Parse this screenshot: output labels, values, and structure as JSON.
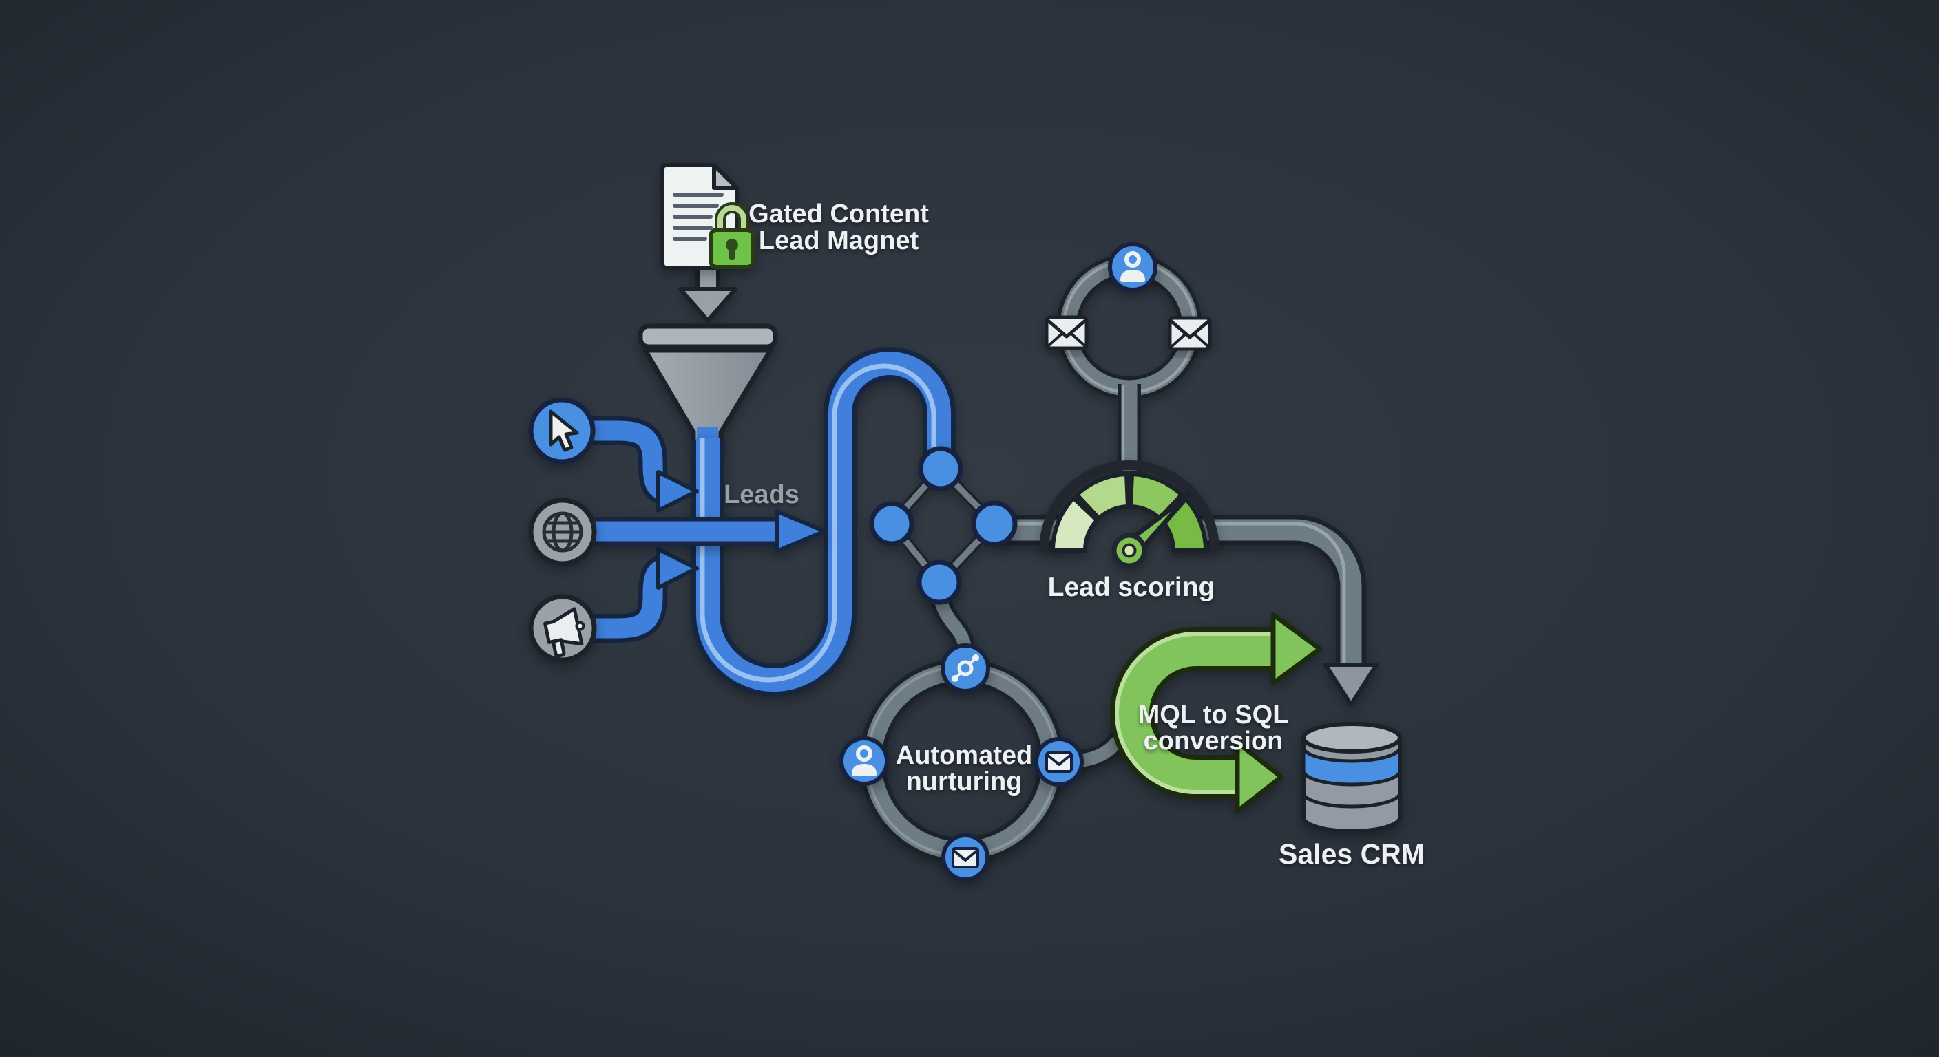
{
  "scene": {
    "type": "marketing-lead-funnel-flow-diagram",
    "background": "#2c343e"
  },
  "palette": {
    "accent_blue": "#4a90e2",
    "pipe_blue": "#3f80dc",
    "pipe_blue_highlight": "#a9cdf4",
    "neutral_gray_pipe": "#6e7b84",
    "gray_highlight": "#b6bfc5",
    "icon_gray": "#99a2a9",
    "green": "#82c45c",
    "green_highlight": "#c2e2a4",
    "padlock_green": "#6dc247",
    "outline_dark": "#1d242a",
    "node_outline_navy": "#14233f",
    "text_white": "#eef1f3",
    "text_muted": "#97a0a7",
    "gauge_segments": [
      "#d6e8bf",
      "#b4d98c",
      "#8cc75e",
      "#77ba45"
    ]
  },
  "labels": {
    "gated_content": {
      "line1": "Gated Content",
      "line2": "Lead Magnet"
    },
    "leads": "Leads",
    "lead_scoring": "Lead scoring",
    "automated_nurturing": {
      "line1": "Automated",
      "line2": "nurturing"
    },
    "mql_sql": {
      "line1": "MQL to SQL",
      "line2": "conversion"
    },
    "sales_crm": "Sales CRM"
  },
  "icons": [
    "document-lock-icon",
    "down-arrow-icon",
    "funnel-icon",
    "cursor-icon",
    "globe-icon",
    "megaphone-icon",
    "user-icon",
    "envelope-icon",
    "link-icon",
    "gauge-icon",
    "recycle-arrows-icon",
    "database-icon"
  ]
}
